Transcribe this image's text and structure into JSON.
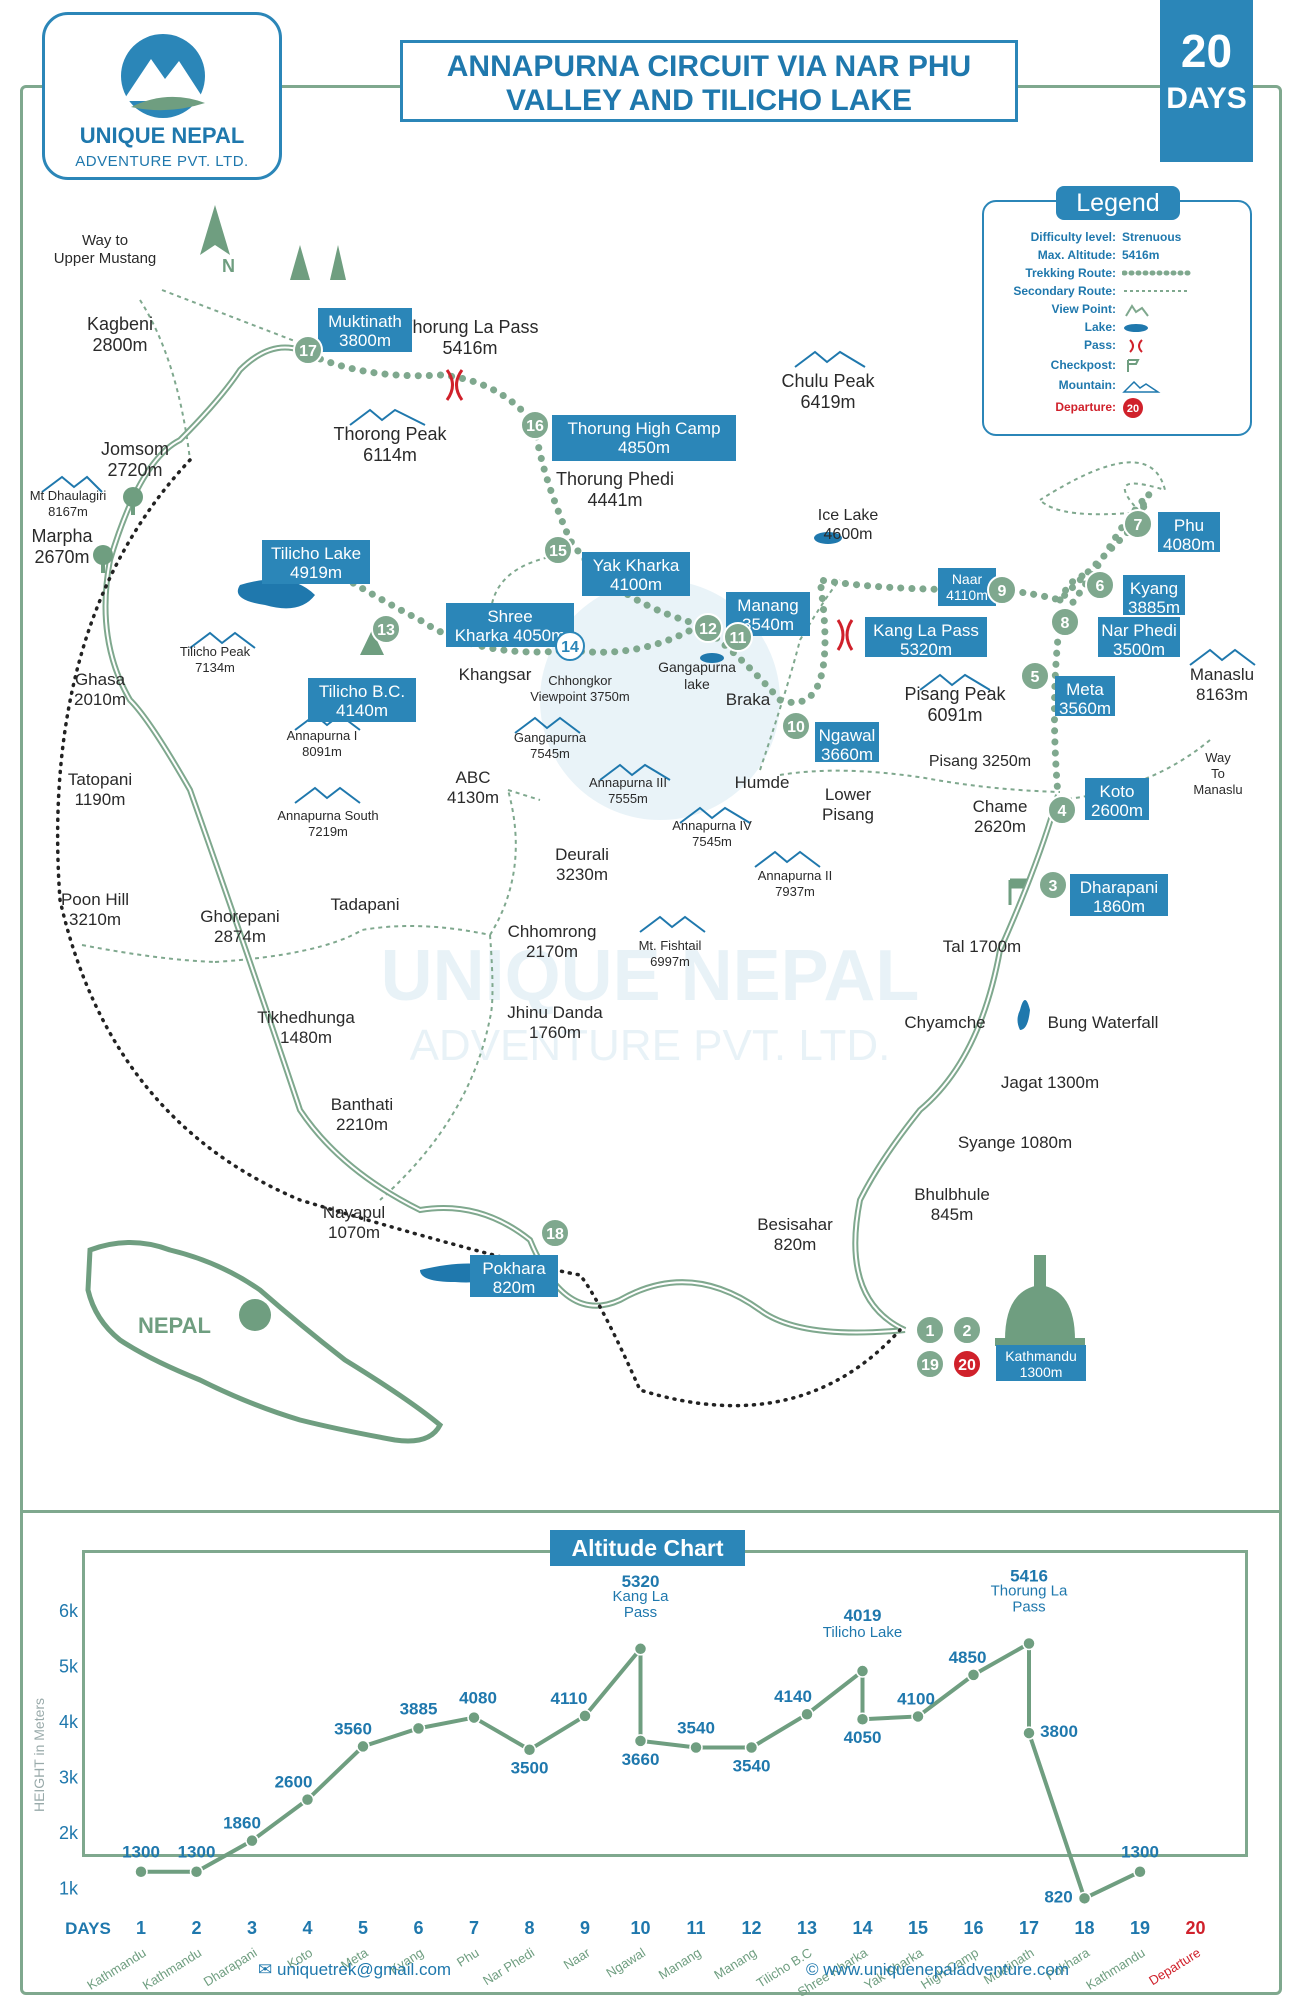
{
  "brand": {
    "name": "UNIQUE NEPAL",
    "subtitle": "ADVENTURE PVT. LTD.",
    "email": "uniquetrek@gmail.com",
    "website": "www.uniquenepaladventure.com",
    "watermark_line1": "UNIQUE NEPAL",
    "watermark_line2": "ADVENTURE PVT. LTD."
  },
  "title": {
    "line1": "ANNAPURNA CIRCUIT VIA NAR PHU",
    "line2": "VALLEY AND TILICHO LAKE"
  },
  "duration": {
    "number": "20",
    "unit": "DAYS"
  },
  "legend": {
    "title": "Legend",
    "rows": [
      {
        "key": "Difficulty level:",
        "value": "Strenuous"
      },
      {
        "key": "Max. Altitude:",
        "value": "5416m"
      },
      {
        "key": "Trekking Route:",
        "value": ""
      },
      {
        "key": "Secondary Route:",
        "value": ""
      },
      {
        "key": "View Point:",
        "value": ""
      },
      {
        "key": "Lake:",
        "value": ""
      },
      {
        "key": "Pass:",
        "value": ""
      },
      {
        "key": "Checkpost:",
        "value": ""
      },
      {
        "key": "Mountain:",
        "value": ""
      },
      {
        "key": "Departure:",
        "value": ""
      }
    ],
    "departure_badge": "20"
  },
  "compass": "N",
  "country_label": "NEPAL",
  "map": {
    "text_labels": [
      {
        "id": "way-upper-mustang",
        "text": "Way to\nUpper Mustang"
      },
      {
        "id": "kagbeni",
        "text": "Kagbeni\n2800m"
      },
      {
        "id": "jomsom",
        "text": "Jomsom\n2720m"
      },
      {
        "id": "mt-dhaulagiri",
        "text": "Mt Dhaulagiri\n8167m"
      },
      {
        "id": "marpha",
        "text": "Marpha\n2670m"
      },
      {
        "id": "ghasa",
        "text": "Ghasa\n2010m"
      },
      {
        "id": "tatopani",
        "text": "Tatopani\n1190m"
      },
      {
        "id": "poon-hill",
        "text": "Poon Hill\n3210m"
      },
      {
        "id": "ghorepani",
        "text": "Ghorepani\n2874m"
      },
      {
        "id": "tadapani",
        "text": "Tadapani"
      },
      {
        "id": "tikhedhunga",
        "text": "Tikhedhunga\n1480m"
      },
      {
        "id": "banthati",
        "text": "Banthati\n2210m"
      },
      {
        "id": "nayapul",
        "text": "Nayapul\n1070m"
      },
      {
        "id": "thorong-peak",
        "text": "Thorong Peak\n6114m"
      },
      {
        "id": "thorung-la-pass",
        "text": "Thorung La Pass\n5416m"
      },
      {
        "id": "thorung-phedi",
        "text": "Thorung Phedi\n4441m"
      },
      {
        "id": "chulu-peak",
        "text": "Chulu Peak\n6419m"
      },
      {
        "id": "tilicho-peak",
        "text": "Tilicho Peak\n7134m"
      },
      {
        "id": "khangsar",
        "text": "Khangsar"
      },
      {
        "id": "chhongkor",
        "text": "Chhongkor\nViewpoint 3750m"
      },
      {
        "id": "gangapurna-lake",
        "text": "Gangapurna\nlake"
      },
      {
        "id": "braka",
        "text": "Braka"
      },
      {
        "id": "ice-lake",
        "text": "Ice Lake\n4600m"
      },
      {
        "id": "annapurna-1",
        "text": "Annapurna I\n8091m"
      },
      {
        "id": "gangapurna",
        "text": "Gangapurna\n7545m"
      },
      {
        "id": "annapurna-3",
        "text": "Annapurna III\n7555m"
      },
      {
        "id": "annapurna-south",
        "text": "Annapurna South\n7219m"
      },
      {
        "id": "abc",
        "text": "ABC\n4130m"
      },
      {
        "id": "deurali",
        "text": "Deurali\n3230m"
      },
      {
        "id": "annapurna-4",
        "text": "Annapurna IV\n7545m"
      },
      {
        "id": "annapurna-2",
        "text": "Annapurna II\n7937m"
      },
      {
        "id": "chhomrong",
        "text": "Chhomrong\n2170m"
      },
      {
        "id": "mt-fishtail",
        "text": "Mt. Fishtail\n6997m"
      },
      {
        "id": "jhinu-danda",
        "text": "Jhinu Danda\n1760m"
      },
      {
        "id": "humde",
        "text": "Humde"
      },
      {
        "id": "lower-pisang",
        "text": "Lower\nPisang"
      },
      {
        "id": "pisang-peak",
        "text": "Pisang Peak\n6091m"
      },
      {
        "id": "pisang",
        "text": "Pisang 3250m"
      },
      {
        "id": "chame",
        "text": "Chame\n2620m"
      },
      {
        "id": "way-manaslu",
        "text": "Way\nTo\nManaslu"
      },
      {
        "id": "manaslu",
        "text": "Manaslu\n8163m"
      },
      {
        "id": "tal",
        "text": "Tal 1700m"
      },
      {
        "id": "chyamche",
        "text": "Chyamche"
      },
      {
        "id": "bung-waterfall",
        "text": "Bung Waterfall"
      },
      {
        "id": "jagat",
        "text": "Jagat 1300m"
      },
      {
        "id": "syange",
        "text": "Syange 1080m"
      },
      {
        "id": "bhulbhule",
        "text": "Bhulbhule\n845m"
      },
      {
        "id": "besisahar",
        "text": "Besisahar\n820m"
      }
    ],
    "boxed_labels": [
      {
        "id": "muktinath",
        "text": "Muktinath\n3800m"
      },
      {
        "id": "thorung-high-camp",
        "text": "Thorung High Camp\n4850m"
      },
      {
        "id": "tilicho-lake",
        "text": "Tilicho Lake\n4919m"
      },
      {
        "id": "yak-kharka",
        "text": "Yak Kharka\n4100m"
      },
      {
        "id": "shree-kharka",
        "text": "Shree\nKharka 4050m"
      },
      {
        "id": "manang",
        "text": "Manang\n3540m"
      },
      {
        "id": "tilicho-bc",
        "text": "Tilicho B.C.\n4140m"
      },
      {
        "id": "naar",
        "text": "Naar\n4110m"
      },
      {
        "id": "phu",
        "text": "Phu\n4080m"
      },
      {
        "id": "kyang",
        "text": "Kyang\n3885m"
      },
      {
        "id": "nar-phedi",
        "text": "Nar Phedi\n3500m"
      },
      {
        "id": "kang-la-pass",
        "text": "Kang La Pass\n5320m"
      },
      {
        "id": "meta",
        "text": "Meta\n3560m"
      },
      {
        "id": "ngawal",
        "text": "Ngawal\n3660m"
      },
      {
        "id": "koto",
        "text": "Koto\n2600m"
      },
      {
        "id": "dharapani",
        "text": "Dharapani\n1860m"
      },
      {
        "id": "pokhara",
        "text": "Pokhara\n820m"
      },
      {
        "id": "kathmandu",
        "text": "Kathmandu\n1300m"
      }
    ],
    "day_markers": [
      "1",
      "2",
      "3",
      "4",
      "5",
      "6",
      "7",
      "8",
      "9",
      "10",
      "11",
      "12",
      "13",
      "14",
      "15",
      "16",
      "17",
      "18",
      "19",
      "20"
    ]
  },
  "chart_data": {
    "type": "line",
    "title": "Altitude Chart",
    "ylabel": "HEIGHT in Meters",
    "xlabel": "DAYS",
    "ylim": [
      700,
      6200
    ],
    "y_ticks": [
      "1k",
      "2k",
      "3k",
      "4k",
      "5k",
      "6k"
    ],
    "x_ticks": [
      "1",
      "2",
      "3",
      "4",
      "5",
      "6",
      "7",
      "8",
      "9",
      "10",
      "11",
      "12",
      "13",
      "14",
      "15",
      "16",
      "17",
      "18",
      "19",
      "20"
    ],
    "x_places": [
      "Kathmandu",
      "Kathmandu",
      "Dharapani",
      "Koto",
      "Meta",
      "Kyang",
      "Phu",
      "Nar Phedi",
      "Naar",
      "Ngawal",
      "Manang",
      "Manang",
      "Tilicho B.C",
      "Shree Kharka",
      "Yak Kharka",
      "High Camp",
      "Muktinath",
      "Pokhara",
      "Kathmandu",
      "Departure"
    ],
    "points": [
      {
        "x": 1,
        "y": 1300,
        "label": "1300"
      },
      {
        "x": 2,
        "y": 1300,
        "label": "1300"
      },
      {
        "x": 3,
        "y": 1860,
        "label": "1860"
      },
      {
        "x": 4,
        "y": 2600,
        "label": "2600"
      },
      {
        "x": 5,
        "y": 3560,
        "label": "3560"
      },
      {
        "x": 6,
        "y": 3885,
        "label": "3885"
      },
      {
        "x": 7,
        "y": 4080,
        "label": "4080"
      },
      {
        "x": 8,
        "y": 3500,
        "label": "3500"
      },
      {
        "x": 9,
        "y": 4110,
        "label": "4110"
      },
      {
        "x": 10,
        "y": 5320,
        "label": "5320",
        "name": "Kang La Pass"
      },
      {
        "x": 10,
        "y": 3660,
        "label": "3660"
      },
      {
        "x": 11,
        "y": 3540,
        "label": "3540"
      },
      {
        "x": 12,
        "y": 3540,
        "label": "3540"
      },
      {
        "x": 13,
        "y": 4140,
        "label": "4140"
      },
      {
        "x": 14,
        "y": 4919,
        "label": "4019",
        "name": "Tilicho Lake"
      },
      {
        "x": 14,
        "y": 4050,
        "label": "4050"
      },
      {
        "x": 15,
        "y": 4100,
        "label": "4100"
      },
      {
        "x": 16,
        "y": 4850,
        "label": "4850"
      },
      {
        "x": 17,
        "y": 5416,
        "label": "5416",
        "name": "Thorung La Pass"
      },
      {
        "x": 17,
        "y": 3800,
        "label": "3800"
      },
      {
        "x": 18,
        "y": 820,
        "label": "820"
      },
      {
        "x": 19,
        "y": 1300,
        "label": "1300"
      }
    ],
    "colors": {
      "line": "#6f9e80",
      "marker": "#6f9e80",
      "labels": "#1f78ad",
      "departure": "#d0212b"
    }
  },
  "colors": {
    "accent": "#2b86b8",
    "route": "#7fa88e",
    "departure": "#d0212b"
  }
}
